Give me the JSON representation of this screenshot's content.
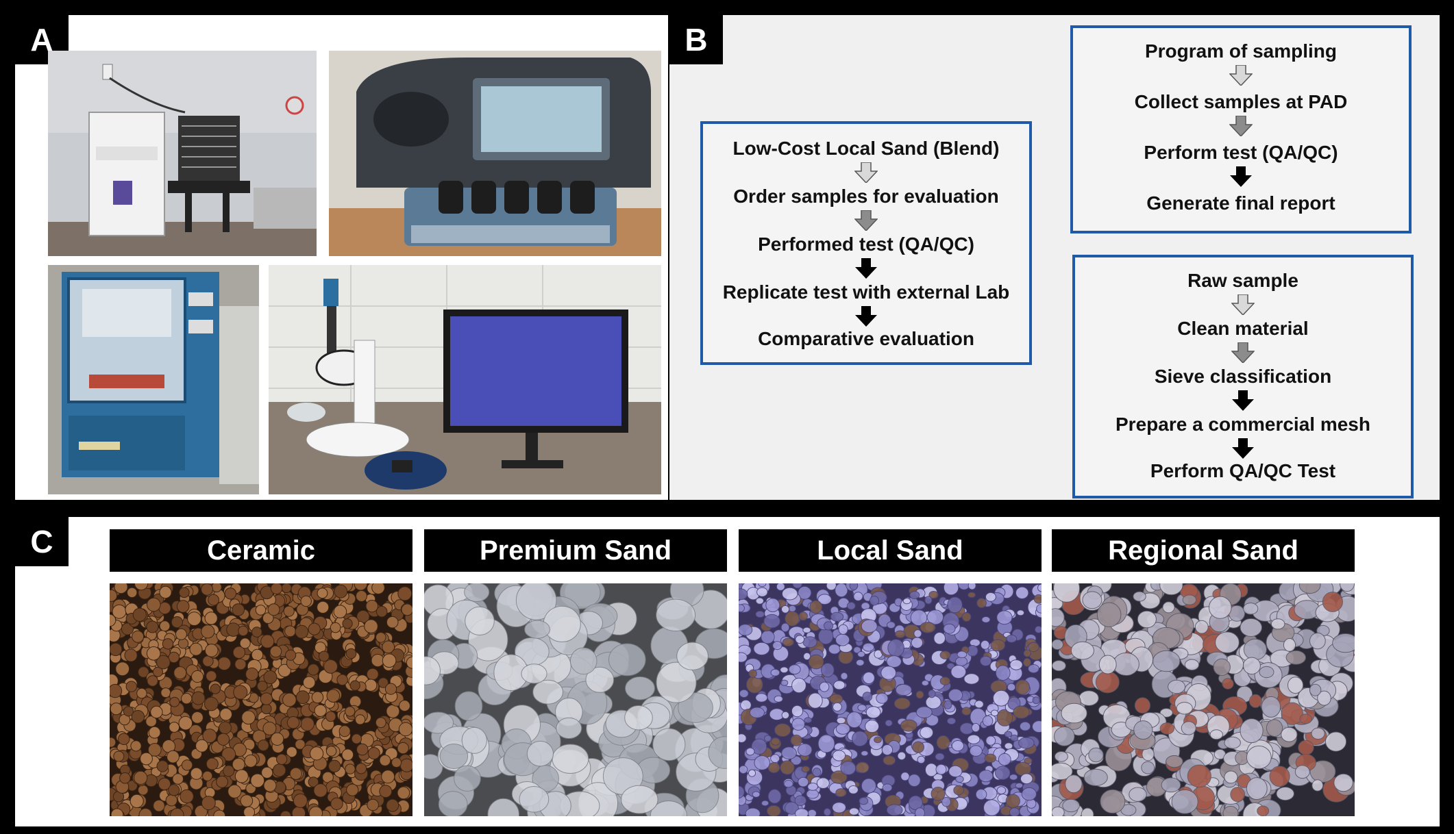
{
  "panels": {
    "a": {
      "letter": "A"
    },
    "b": {
      "letter": "B"
    },
    "c": {
      "letter": "C"
    }
  },
  "photos": {
    "sieve_shaker": "sieve-shaker-photo",
    "turbidimeter": "spectrophotometer-photo",
    "crush_tester": "crush-test-machine-photo",
    "microscope": "stereo-microscope-photo"
  },
  "flowcharts": {
    "evaluation": {
      "steps": [
        "Low-Cost Local Sand (Blend)",
        "Order samples for evaluation",
        "Performed test (QA/QC)",
        "Replicate test with external Lab",
        "Comparative evaluation"
      ]
    },
    "sampling": {
      "steps": [
        "Program of sampling",
        "Collect samples at PAD",
        "Perform test (QA/QC)",
        "Generate final report"
      ]
    },
    "processing": {
      "steps": [
        "Raw sample",
        "Clean material",
        "Sieve classification",
        "Prepare a commercial mesh",
        "Perform QA/QC Test"
      ]
    },
    "arrow_colors": [
      "#d9d9d9",
      "#8c8c8c",
      "#000000",
      "#000000"
    ],
    "box_border_color": "#1f5aa8"
  },
  "samples": [
    {
      "label": "Ceramic",
      "palette": "ceramic"
    },
    {
      "label": "Premium Sand",
      "palette": "premium"
    },
    {
      "label": "Local Sand",
      "palette": "local"
    },
    {
      "label": "Regional Sand",
      "palette": "regional"
    }
  ]
}
